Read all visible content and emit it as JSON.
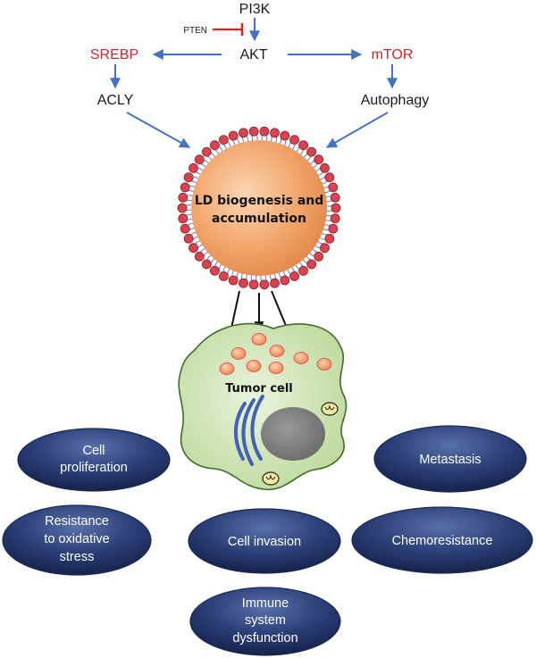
{
  "pathway": {
    "pi3k": "PI3K",
    "pten": "PTEN",
    "akt": "AKT",
    "srebp": "SREBP",
    "mtor": "mTOR",
    "acly": "ACLY",
    "autophagy": "Autophagy"
  },
  "lipid_droplet": {
    "line1": "LD biogenesis and",
    "line2": "accumulation"
  },
  "cell": {
    "label": "Tumor cell"
  },
  "outcomes": {
    "cell_proliferation": [
      "Cell",
      "proliferation"
    ],
    "metastasis": [
      "Metastasis"
    ],
    "resistance": [
      "Resistance",
      "to oxidative",
      "stress"
    ],
    "cell_invasion": [
      "Cell invasion"
    ],
    "chemoresistance": [
      "Chemoresistance"
    ],
    "immune": [
      "Immune",
      "system",
      "dysfunction"
    ]
  },
  "colors": {
    "arrow_blue": "#4472c4",
    "inhibit_red": "#e02020",
    "highlight_red": "#d8202a",
    "droplet_orange": "#ef9a5c",
    "phospholipid_head": "#d8434f",
    "cell_green": "#cfe3b4",
    "oval_navy": "#283a6e"
  }
}
